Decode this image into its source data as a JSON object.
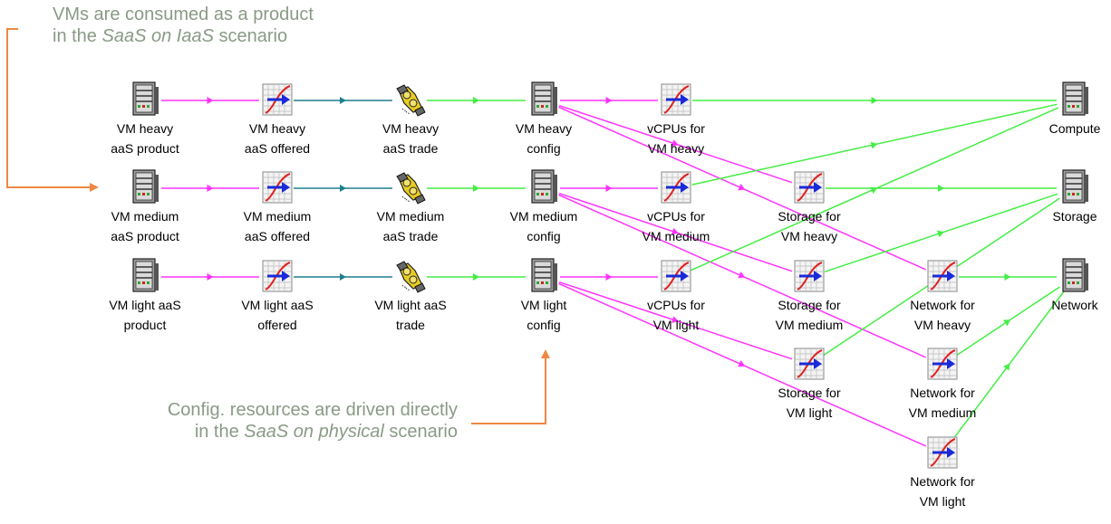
{
  "annotations": {
    "top": {
      "line1": "VMs are consumed as a product",
      "line2_prefix": "in the ",
      "line2_italic": "SaaS on IaaS",
      "line2_suffix": " scenario"
    },
    "bottom": {
      "line1": "Config. resources are driven directly",
      "line2_prefix": "in the ",
      "line2_italic": "SaaS on physical",
      "line2_suffix": " scenario"
    }
  },
  "colors": {
    "magenta": "#ff33ff",
    "green": "#44ee44",
    "teal": "#1f7f8f",
    "orange": "#ee8844",
    "annotation_text": "#8a9a86"
  },
  "nodes": {
    "vm_heavy_product": {
      "label1": "VM heavy",
      "label2": "aaS product",
      "icon": "server-icon"
    },
    "vm_medium_product": {
      "label1": "VM medium",
      "label2": "aaS product",
      "icon": "server-icon"
    },
    "vm_light_product": {
      "label1": "VM light aaS",
      "label2": "product",
      "icon": "server-icon"
    },
    "vm_heavy_offered": {
      "label1": "VM heavy",
      "label2": "aaS offered",
      "icon": "chart-icon"
    },
    "vm_medium_offered": {
      "label1": "VM medium",
      "label2": "aaS offered",
      "icon": "chart-icon"
    },
    "vm_light_offered": {
      "label1": "VM light aaS",
      "label2": "offered",
      "icon": "chart-icon"
    },
    "vm_heavy_trade": {
      "label1": "VM heavy",
      "label2": "aaS trade",
      "icon": "handshake-icon"
    },
    "vm_medium_trade": {
      "label1": "VM medium",
      "label2": "aaS trade",
      "icon": "handshake-icon"
    },
    "vm_light_trade": {
      "label1": "VM light aaS",
      "label2": "trade",
      "icon": "handshake-icon"
    },
    "vm_heavy_config": {
      "label1": "VM heavy",
      "label2": "config",
      "icon": "server-icon"
    },
    "vm_medium_config": {
      "label1": "VM medium",
      "label2": "config",
      "icon": "server-icon"
    },
    "vm_light_config": {
      "label1": "VM light",
      "label2": "config",
      "icon": "server-icon"
    },
    "vcpus_heavy": {
      "label1": "vCPUs for",
      "label2": "VM heavy",
      "icon": "chart-icon"
    },
    "vcpus_medium": {
      "label1": "vCPUs for",
      "label2": "VM medium",
      "icon": "chart-icon"
    },
    "vcpus_light": {
      "label1": "vCPUs for",
      "label2": "VM light",
      "icon": "chart-icon"
    },
    "storage_heavy": {
      "label1": "Storage for",
      "label2": "VM heavy",
      "icon": "chart-icon"
    },
    "storage_medium": {
      "label1": "Storage for",
      "label2": "VM medium",
      "icon": "chart-icon"
    },
    "storage_light": {
      "label1": "Storage for",
      "label2": "VM light",
      "icon": "chart-icon"
    },
    "network_heavy": {
      "label1": "Network for",
      "label2": "VM heavy",
      "icon": "chart-icon"
    },
    "network_medium": {
      "label1": "Network for",
      "label2": "VM medium",
      "icon": "chart-icon"
    },
    "network_light": {
      "label1": "Network for",
      "label2": "VM light",
      "icon": "chart-icon"
    },
    "compute": {
      "label1": "Compute",
      "label2": "",
      "icon": "server-icon"
    },
    "storage": {
      "label1": "Storage",
      "label2": "",
      "icon": "server-icon"
    },
    "network": {
      "label1": "Network",
      "label2": "",
      "icon": "server-icon"
    }
  },
  "edges": [
    {
      "from": "vm_heavy_product",
      "to": "vm_heavy_offered",
      "color": "magenta"
    },
    {
      "from": "vm_medium_product",
      "to": "vm_medium_offered",
      "color": "magenta"
    },
    {
      "from": "vm_light_product",
      "to": "vm_light_offered",
      "color": "magenta"
    },
    {
      "from": "vm_heavy_offered",
      "to": "vm_heavy_trade",
      "color": "teal"
    },
    {
      "from": "vm_medium_offered",
      "to": "vm_medium_trade",
      "color": "teal"
    },
    {
      "from": "vm_light_offered",
      "to": "vm_light_trade",
      "color": "teal"
    },
    {
      "from": "vm_heavy_trade",
      "to": "vm_heavy_config",
      "color": "green"
    },
    {
      "from": "vm_medium_trade",
      "to": "vm_medium_config",
      "color": "green"
    },
    {
      "from": "vm_light_trade",
      "to": "vm_light_config",
      "color": "green"
    },
    {
      "from": "vm_heavy_config",
      "to": "vcpus_heavy",
      "color": "magenta"
    },
    {
      "from": "vm_heavy_config",
      "to": "storage_heavy",
      "color": "magenta"
    },
    {
      "from": "vm_heavy_config",
      "to": "network_heavy",
      "color": "magenta"
    },
    {
      "from": "vm_medium_config",
      "to": "vcpus_medium",
      "color": "magenta"
    },
    {
      "from": "vm_medium_config",
      "to": "storage_medium",
      "color": "magenta"
    },
    {
      "from": "vm_medium_config",
      "to": "network_medium",
      "color": "magenta"
    },
    {
      "from": "vm_light_config",
      "to": "vcpus_light",
      "color": "magenta"
    },
    {
      "from": "vm_light_config",
      "to": "storage_light",
      "color": "magenta"
    },
    {
      "from": "vm_light_config",
      "to": "network_light",
      "color": "magenta"
    },
    {
      "from": "vcpus_heavy",
      "to": "compute",
      "color": "green"
    },
    {
      "from": "vcpus_medium",
      "to": "compute",
      "color": "green"
    },
    {
      "from": "vcpus_light",
      "to": "compute",
      "color": "green"
    },
    {
      "from": "storage_heavy",
      "to": "storage",
      "color": "green"
    },
    {
      "from": "storage_medium",
      "to": "storage",
      "color": "green"
    },
    {
      "from": "storage_light",
      "to": "storage",
      "color": "green"
    },
    {
      "from": "network_heavy",
      "to": "network",
      "color": "green"
    },
    {
      "from": "network_medium",
      "to": "network",
      "color": "green"
    },
    {
      "from": "network_light",
      "to": "network",
      "color": "green"
    }
  ]
}
